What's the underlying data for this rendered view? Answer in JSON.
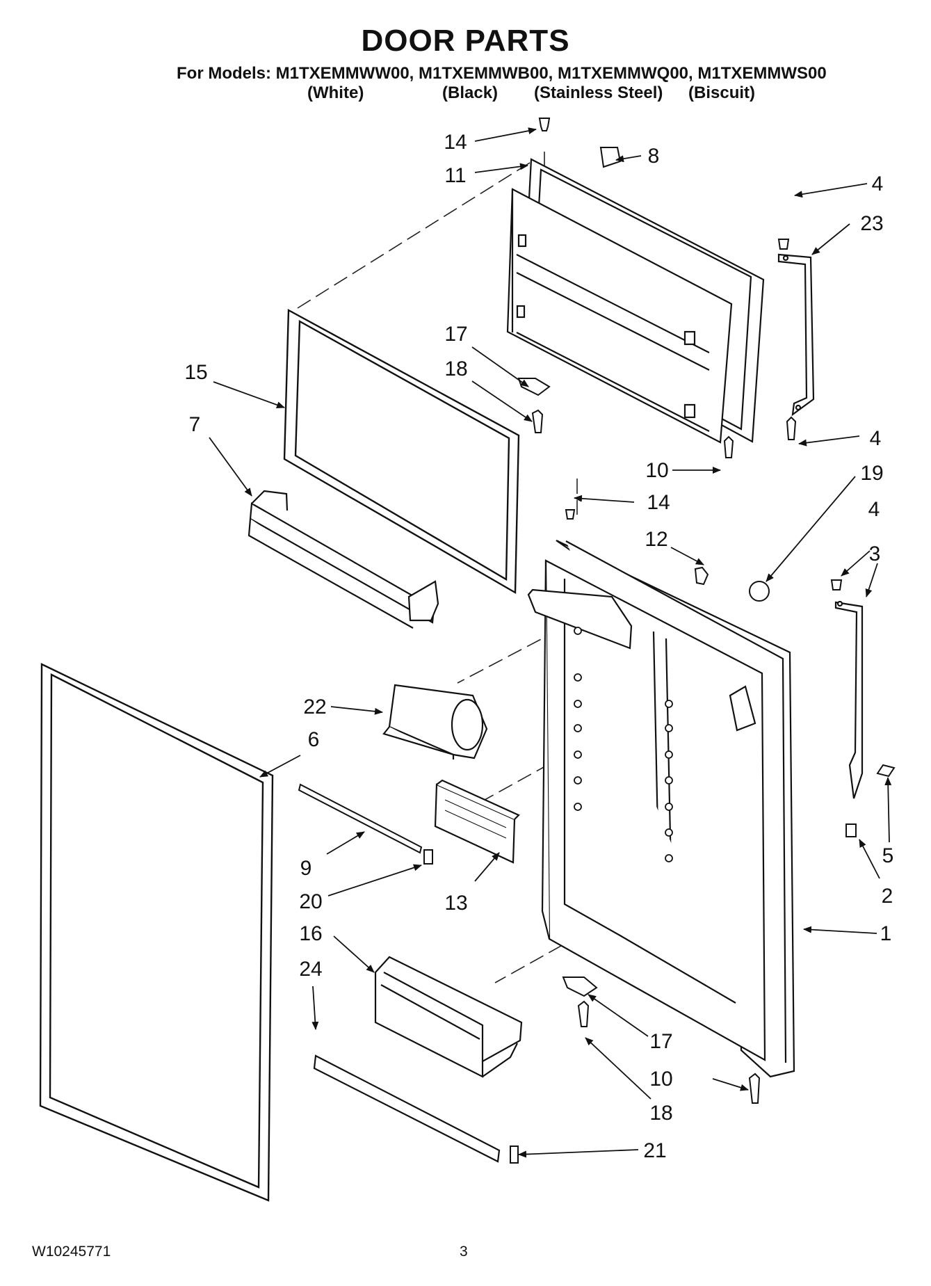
{
  "header": {
    "title": "DOOR PARTS",
    "models_line": "For Models: M1TXEMMWW00, M1TXEMMWB00, M1TXEMMWQ00, M1TXEMMWS00",
    "finishes": [
      "(White)",
      "(Black)",
      "(Stainless Steel)",
      "(Biscuit)"
    ]
  },
  "callouts": [
    "14",
    "8",
    "11",
    "4",
    "23",
    "17",
    "18",
    "15",
    "7",
    "10",
    "4",
    "14",
    "19",
    "12",
    "4",
    "3",
    "22",
    "6",
    "5",
    "9",
    "20",
    "13",
    "2",
    "1",
    "16",
    "24",
    "17",
    "10",
    "18",
    "21"
  ],
  "footer": {
    "doc_number": "W10245771",
    "page_number": "3"
  }
}
